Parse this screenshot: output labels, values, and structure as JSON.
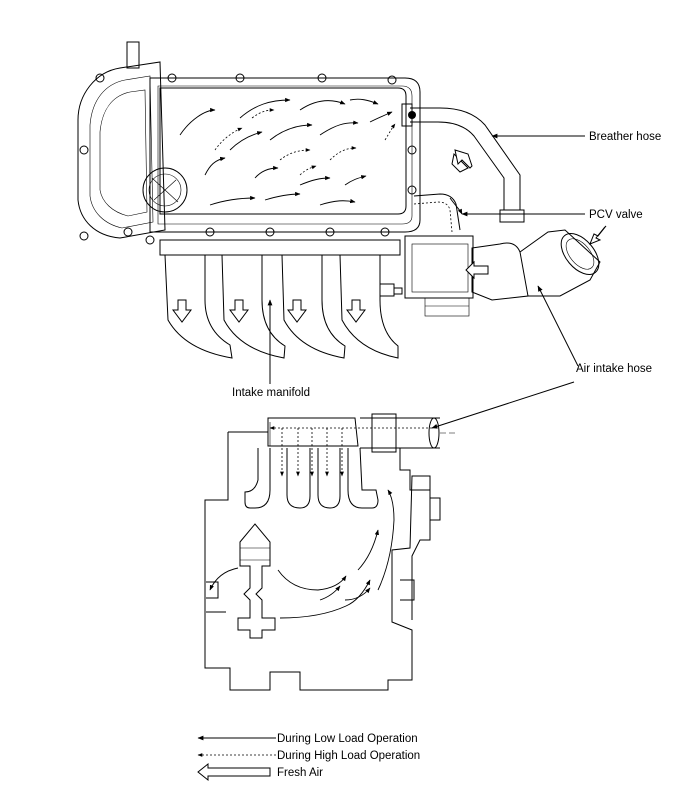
{
  "labels": {
    "breather_hose": "Breather hose",
    "pcv_valve": "PCV valve",
    "air_intake_hose": "Air intake hose",
    "intake_manifold": "Intake manifold"
  },
  "legend": {
    "low_load": "During Low Load Operation",
    "high_load": "During High Load Operation",
    "fresh_air": "Fresh Air"
  }
}
